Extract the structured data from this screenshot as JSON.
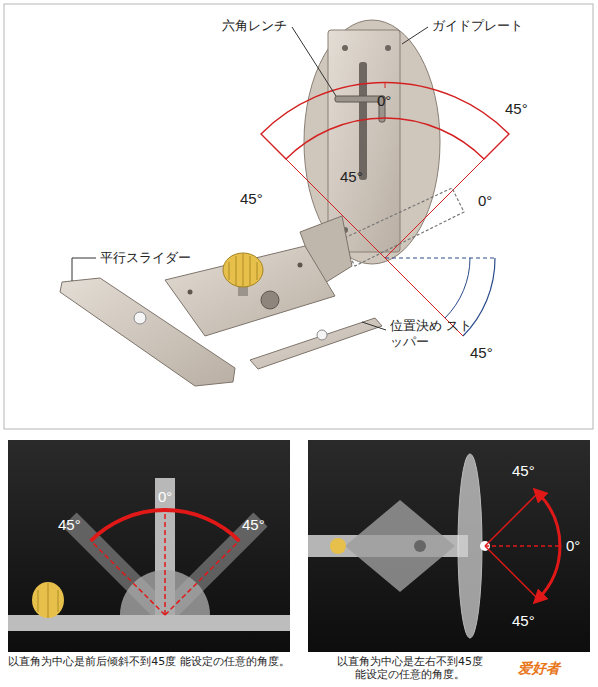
{
  "diagram": {
    "labels": [
      "六角レンチ",
      "ガイドプレート",
      "0°",
      "45°",
      "45°",
      "45°",
      "0°",
      "45°",
      "平行スライダー",
      "位置決め ストッパー",
      "45°",
      "0°",
      "45°",
      "以直角为中心是前后倾斜不到45度 能设定の任意的角度。",
      "45°",
      "0°",
      "45°",
      "以直角为中心是左右不到45度 能设定の任意的角度。",
      "爱好者"
    ]
  }
}
